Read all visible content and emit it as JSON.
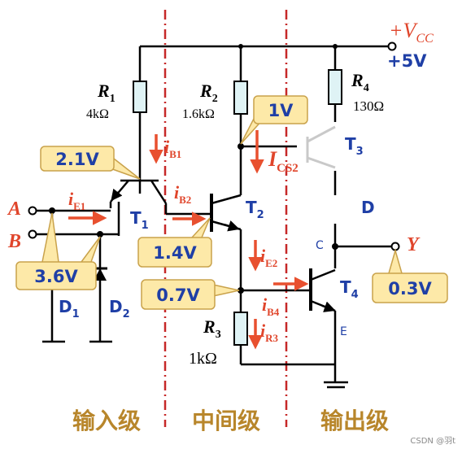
{
  "colors": {
    "wire": "#000000",
    "resistor_fill": "#dff3f5",
    "callout_fill": "#fde9a8",
    "callout_stroke": "#c9a24b",
    "callout_text": "#1f3fa6",
    "current_label": "#e0452b",
    "arrow": "#e8502f",
    "section_line": "#c62828",
    "section_text": "#b8862b",
    "blue_text": "#1f3fa6"
  },
  "supply": {
    "vcc_label": "+V",
    "vcc_sub": "CC",
    "voltage": "+5V"
  },
  "resistors": {
    "r1": {
      "name": "R",
      "sub": "1",
      "value": "4kΩ"
    },
    "r2": {
      "name": "R",
      "sub": "2",
      "value": "1.6kΩ"
    },
    "r3": {
      "name": "R",
      "sub": "3",
      "value": "1kΩ"
    },
    "r4": {
      "name": "R",
      "sub": "4",
      "value": "130Ω"
    }
  },
  "transistors": {
    "t1": {
      "name": "T",
      "sub": "1"
    },
    "t2": {
      "name": "T",
      "sub": "2"
    },
    "t3": {
      "name": "T",
      "sub": "3"
    },
    "t4": {
      "name": "T",
      "sub": "4"
    }
  },
  "diodes": {
    "d1": {
      "name": "D",
      "sub": "1"
    },
    "d2": {
      "name": "D",
      "sub": "2"
    },
    "d": {
      "name": "D"
    }
  },
  "inputs": {
    "a": "A",
    "b": "B"
  },
  "output": {
    "y": "Y"
  },
  "currents": {
    "ie1": {
      "name": "i",
      "sub": "E1"
    },
    "ib1": {
      "name": "i",
      "sub": "B1"
    },
    "ib2": {
      "name": "i",
      "sub": "B2"
    },
    "ics2": {
      "name": "I",
      "sub": "CS2"
    },
    "ie2": {
      "name": "i",
      "sub": "E2"
    },
    "ib4": {
      "name": "i",
      "sub": "B4"
    },
    "ir3": {
      "name": "i",
      "sub": "R3"
    }
  },
  "callouts": {
    "v_b1": "2.1V",
    "v_inputs": "3.6V",
    "v_b2": "1.4V",
    "v_c2": "1V",
    "v_b4": "0.7V",
    "v_out": "0.3V"
  },
  "markers": {
    "c": "C",
    "e": "E"
  },
  "sections": {
    "input": "输入级",
    "middle": "中间级",
    "output": "输出级"
  },
  "watermark": "CSDN @羽t"
}
